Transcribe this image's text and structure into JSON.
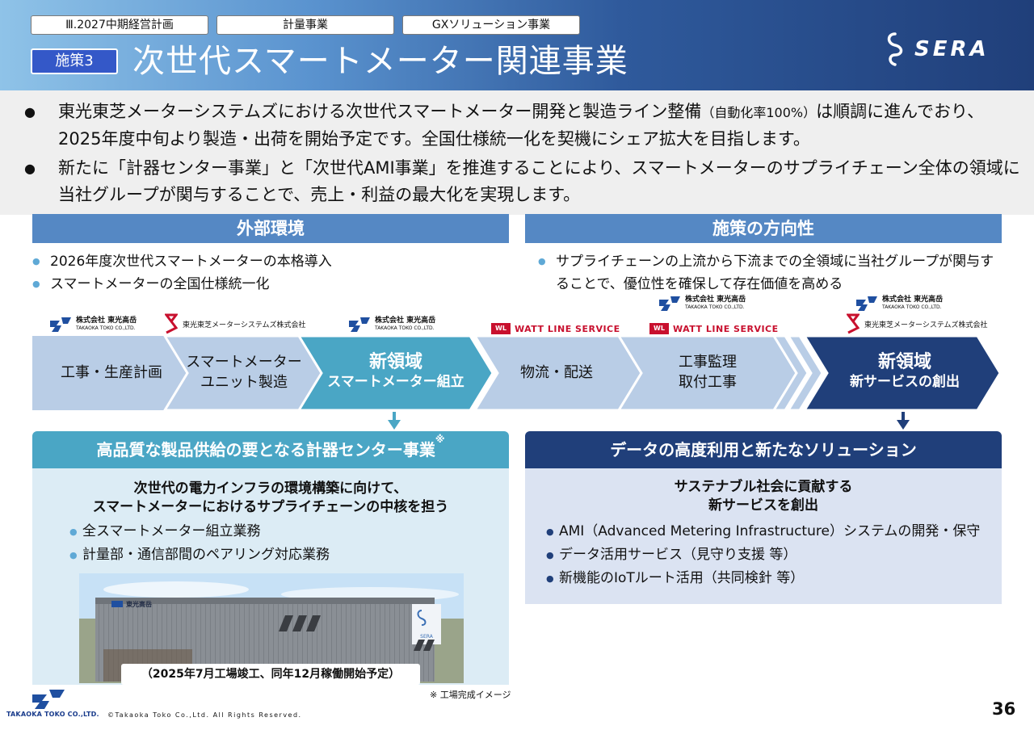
{
  "header": {
    "tags": [
      "Ⅲ.2027中期経営計画",
      "計量事業",
      "GXソリューション事業"
    ],
    "badge": "施策3",
    "title": "次世代スマートメーター関連事業",
    "logo_text": "SERA"
  },
  "summary": {
    "b1_main": "東光東芝メーターシステムズにおける次世代スマートメーター開発と製造ライン整備",
    "b1_paren": "（自動化率100%）",
    "b1_tail": "は順調に進んでおり、2025年度中旬より製造・出荷を開始予定です。全国仕様統一化を契機にシェア拡大を目指します。",
    "b2": "新たに「計器センター事業」と「次世代AMI事業」を推進することにより、スマートメーターのサプライチェーン全体の領域に当社グループが関与することで、売上・利益の最大化を実現します。"
  },
  "external": {
    "heading": "外部環境",
    "items": [
      "2026年度次世代スマートメーターの本格導入",
      "スマートメーターの全国仕様統一化"
    ]
  },
  "direction": {
    "heading": "施策の方向性",
    "items": [
      "サプライチェーンの上流から下流までの全領域に当社グループが関与することで、優位性を確保して存在価値を高める"
    ]
  },
  "companies": {
    "takaoka_jp": "株式会社 東光高岳",
    "takaoka_en": "TAKAOKA TOKO CO.,LTD.",
    "toshiba": "東光東芝メーターシステムズ株式会社",
    "watt_mark": "WL",
    "watt": "WATT LINE SERVICE"
  },
  "chain": {
    "step1": "工事・生産計画",
    "step2_l1": "スマートメーター",
    "step2_l2": "ユニット製造",
    "step3_big": "新領域",
    "step3_sub": "スマートメーター組立",
    "step4": "物流・配送",
    "step5_l1": "工事監理",
    "step5_l2": "取付工事",
    "step6_big": "新領域",
    "step6_sub": "新サービスの創出"
  },
  "left_box": {
    "heading": "高品質な製品供給の要となる計器センター事業",
    "heading_mark": "※",
    "lead_l1": "次世代の電力インフラの環境構築に向けて、",
    "lead_l2": "スマートメーターにおけるサプライチェーンの中核を担う",
    "items": [
      "全スマートメーター組立業務",
      "計量部・通信部間のペアリング対応業務"
    ],
    "caption": "（2025年7月工場竣工、同年12月稼働開始予定）",
    "building_sign": "東光高岳",
    "sign_text": "SERA",
    "note": "※ 工場完成イメージ"
  },
  "right_box": {
    "heading": "データの高度利用と新たなソリューション",
    "lead_l1": "サステナブル社会に貢献する",
    "lead_l2": "新サービスを創出",
    "items": [
      "AMI（Advanced Metering Infrastructure）システムの開発・保守",
      "データ活用サービス（見守り支援 等）",
      "新機能のIoTルート活用（共同検針 等）"
    ]
  },
  "footer": {
    "company": "TAKAOKA TOKO CO.,LTD.",
    "copyright": "©Takaoka Toko Co.,Ltd. All Rights Reserved.",
    "page": "36"
  },
  "colors": {
    "section_blue": "#5588c4",
    "teal": "#4aa6c5",
    "navy": "#203f7a",
    "chain_light": "#b9cde6"
  }
}
